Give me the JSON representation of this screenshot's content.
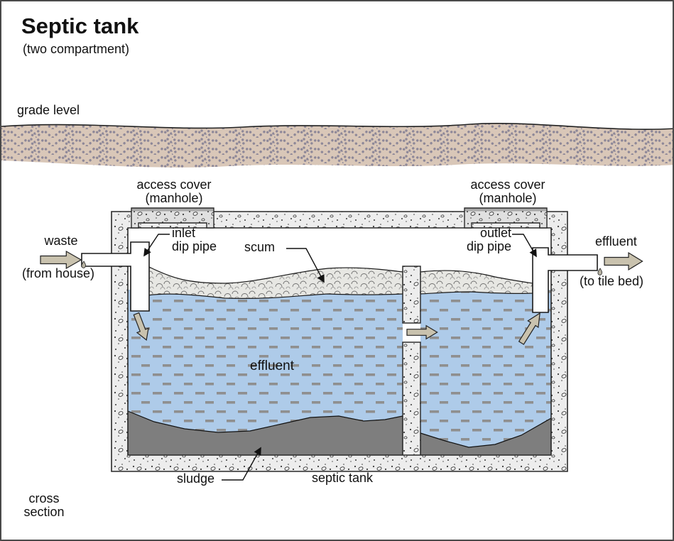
{
  "title": "Septic tank",
  "subtitle": "(two compartment)",
  "labels": {
    "grade_level": "grade level",
    "access_cover_line1": "access cover",
    "access_cover_line2": "(manhole)",
    "waste": "waste",
    "waste_source": "(from house)",
    "inlet_line1": "inlet",
    "inlet_line2": "dip pipe",
    "outlet_line1": "outlet",
    "outlet_line2": "dip pipe",
    "scum": "scum",
    "effluent_center": "effluent",
    "effluent_out": "effluent",
    "effluent_destination": "(to tile bed)",
    "sludge": "sludge",
    "septic_tank": "septic tank",
    "cross_section_line1": "cross",
    "cross_section_line2": "section"
  },
  "colors": {
    "effluent": "#aecbe9",
    "effluent_dash": "#8f8f8f",
    "sludge": "#7e7e7e",
    "scum": "#e7e7e3",
    "concrete": "#ededed",
    "cover": "#e0e0e0",
    "soil": "#d9c7b8",
    "soil_dots": "#8e8898",
    "flow_arrow": "#c9c2ae",
    "droplet": "#b7b2a2"
  }
}
